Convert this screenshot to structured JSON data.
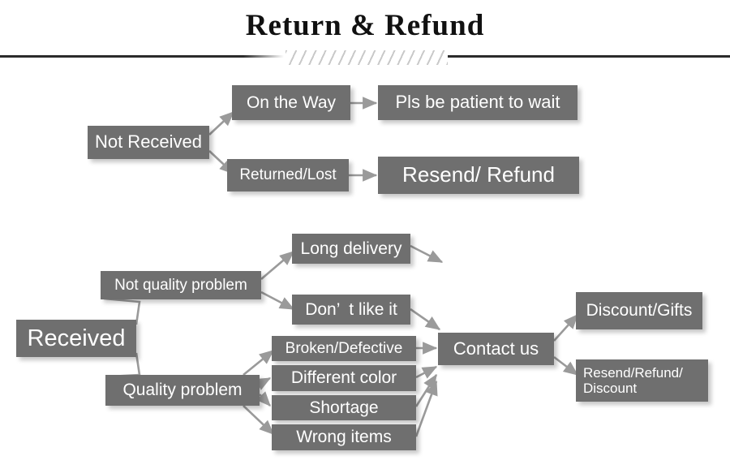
{
  "header": {
    "title": "Return & Refund",
    "divider_icon": "hatch-divider"
  },
  "flow": {
    "not_received": {
      "root_label": "Not Received",
      "branches": [
        {
          "label": "On the Way",
          "result": "Pls be patient to wait"
        },
        {
          "label": "Returned/Lost",
          "result": "Resend/ Refund"
        }
      ]
    },
    "received": {
      "root_label": "Received",
      "categories": [
        {
          "label": "Not quality problem",
          "reasons": [
            "Long delivery",
            "Don’  t like it"
          ]
        },
        {
          "label": "Quality problem",
          "reasons": [
            "Broken/Defective",
            "Different color",
            "Shortage",
            "Wrong items"
          ]
        }
      ],
      "action_label": "Contact us",
      "outcomes": [
        "Discount/Gifts",
        "Resend/Refund/\nDiscount"
      ]
    }
  },
  "colors": {
    "box_fill": "#6f6f6f",
    "box_text": "#ffffff",
    "connector": "#9a9a9a",
    "rule": "#2b2b2b",
    "hatch": "#c9c9c9",
    "background": "#ffffff"
  }
}
